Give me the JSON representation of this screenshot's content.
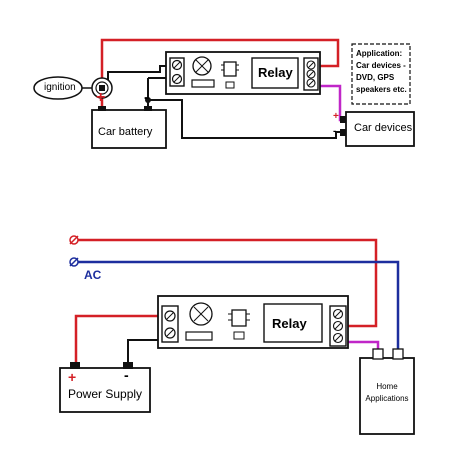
{
  "top": {
    "ignition_label": "ignition",
    "battery_label": "Car battery",
    "battery_plus": "+",
    "battery_minus": "-",
    "relay_label": "Relay",
    "devices_label": "Car devices",
    "devices_plus": "+",
    "devices_minus": "-",
    "app_note": [
      "Application:",
      "Car devices -",
      "DVD, GPS",
      "speakers etc."
    ]
  },
  "bottom": {
    "ac_label": "AC",
    "relay_label": "Relay",
    "power_label": "Power Supply",
    "power_plus": "+",
    "power_minus": "-",
    "home_label": [
      "Home",
      "Applications"
    ]
  },
  "colors": {
    "wire_red": "#d42026",
    "wire_blue": "#1d2e9e",
    "wire_magenta": "#c026c8",
    "wire_black": "#111111",
    "ac_text": "#1d2e9e",
    "plus_red": "#d42026"
  }
}
